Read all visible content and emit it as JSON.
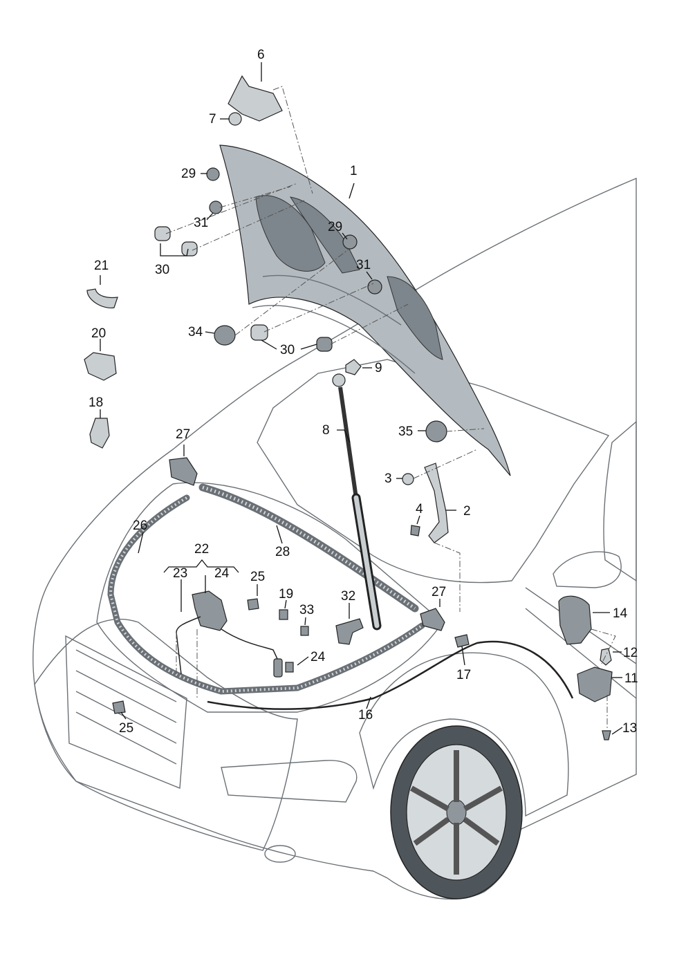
{
  "colors": {
    "car_body": "#e6e9ec",
    "car_shade": "#cfd4d8",
    "glass": "#9aa3a9",
    "hood_inner": "#b4bbc0",
    "hood_dark": "#7d868c",
    "part_fill": "#8f979c",
    "part_light": "#c9ced1",
    "outline": "#222222"
  },
  "callouts": [
    {
      "id": "c1",
      "label": "1"
    },
    {
      "id": "c2",
      "label": "2"
    },
    {
      "id": "c3",
      "label": "3"
    },
    {
      "id": "c4",
      "label": "4"
    },
    {
      "id": "c6",
      "label": "6"
    },
    {
      "id": "c7",
      "label": "7"
    },
    {
      "id": "c8",
      "label": "8"
    },
    {
      "id": "c9",
      "label": "9"
    },
    {
      "id": "c11",
      "label": "11"
    },
    {
      "id": "c12",
      "label": "12"
    },
    {
      "id": "c13",
      "label": "13"
    },
    {
      "id": "c14",
      "label": "14"
    },
    {
      "id": "c16",
      "label": "16"
    },
    {
      "id": "c17",
      "label": "17"
    },
    {
      "id": "c18",
      "label": "18"
    },
    {
      "id": "c19",
      "label": "19"
    },
    {
      "id": "c20",
      "label": "20"
    },
    {
      "id": "c21",
      "label": "21"
    },
    {
      "id": "c22",
      "label": "22"
    },
    {
      "id": "c23",
      "label": "23"
    },
    {
      "id": "c24a",
      "label": "24"
    },
    {
      "id": "c24b",
      "label": "24"
    },
    {
      "id": "c25a",
      "label": "25"
    },
    {
      "id": "c25b",
      "label": "25"
    },
    {
      "id": "c26",
      "label": "26"
    },
    {
      "id": "c27a",
      "label": "27"
    },
    {
      "id": "c27b",
      "label": "27"
    },
    {
      "id": "c28",
      "label": "28"
    },
    {
      "id": "c29a",
      "label": "29"
    },
    {
      "id": "c29b",
      "label": "29"
    },
    {
      "id": "c30a",
      "label": "30"
    },
    {
      "id": "c30b",
      "label": "30"
    },
    {
      "id": "c31a",
      "label": "31"
    },
    {
      "id": "c31b",
      "label": "31"
    },
    {
      "id": "c32",
      "label": "32"
    },
    {
      "id": "c33",
      "label": "33"
    },
    {
      "id": "c34",
      "label": "34"
    },
    {
      "id": "c35",
      "label": "35"
    }
  ]
}
